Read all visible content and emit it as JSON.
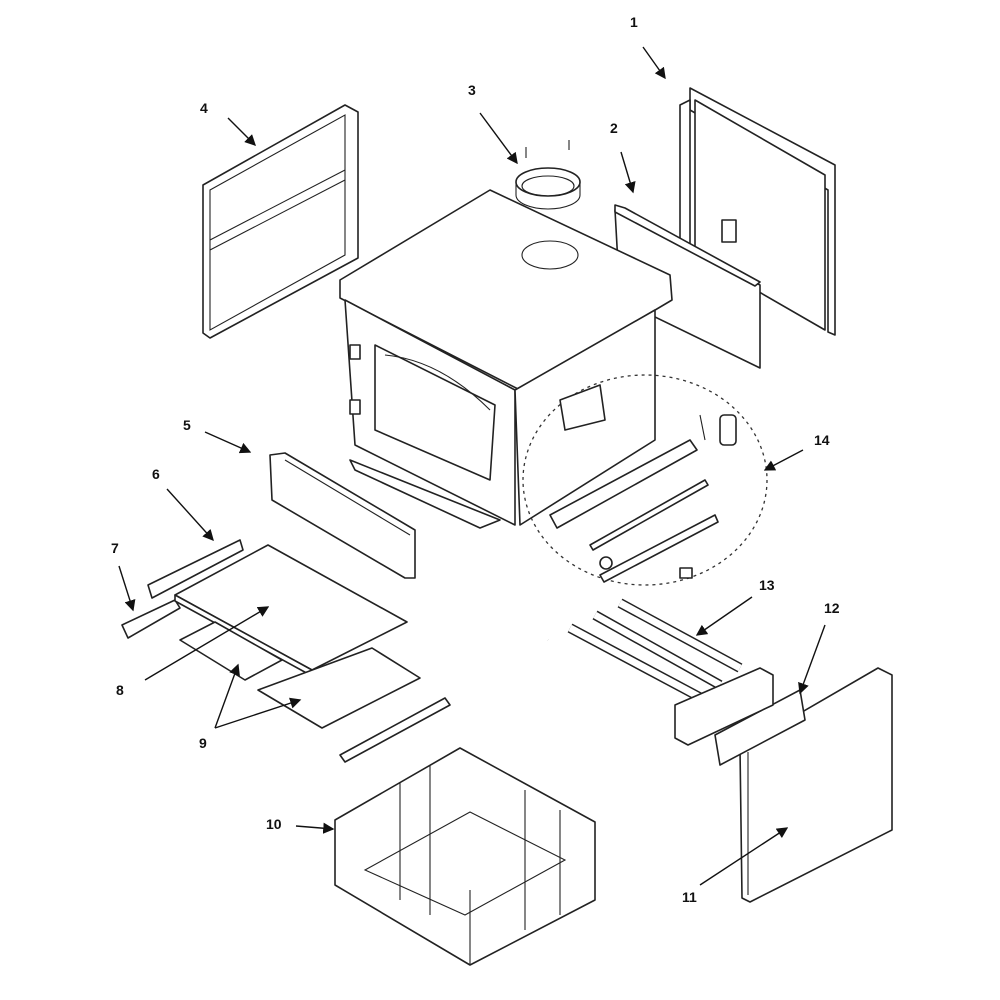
{
  "diagram": {
    "type": "exploded-parts-view",
    "callouts": [
      {
        "id": "1"
      },
      {
        "id": "2"
      },
      {
        "id": "3"
      },
      {
        "id": "4"
      },
      {
        "id": "5"
      },
      {
        "id": "6"
      },
      {
        "id": "7"
      },
      {
        "id": "8"
      },
      {
        "id": "9"
      },
      {
        "id": "10"
      },
      {
        "id": "11"
      },
      {
        "id": "12"
      },
      {
        "id": "13"
      },
      {
        "id": "14"
      }
    ]
  }
}
